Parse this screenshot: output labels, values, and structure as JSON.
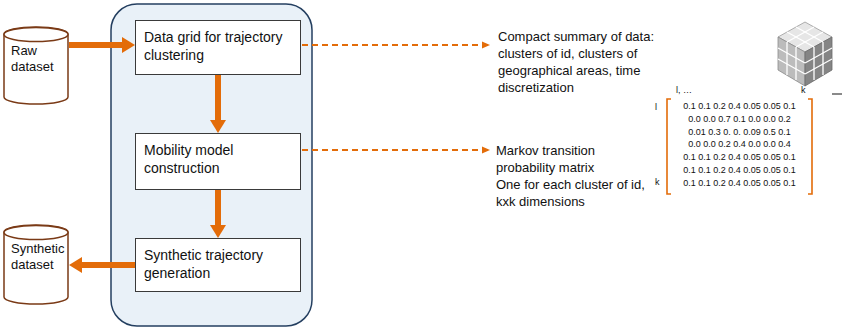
{
  "diagram": {
    "nodes": [
      {
        "text": [
          "Raw dataset"
        ]
      },
      {
        "text": [
          "Data grid for trajectory clustering"
        ]
      },
      {
        "text": [
          "Mobility model construction"
        ]
      },
      {
        "text": [
          "Synthetic trajectory generation"
        ]
      },
      {
        "text": [
          "Synthetic dataset"
        ]
      }
    ],
    "edges": [
      {
        "from": 0,
        "to": 1,
        "arrow": "to"
      },
      {
        "from": 1,
        "to": 2,
        "arrow": "to"
      },
      {
        "from": 2,
        "to": 3,
        "arrow": "to"
      },
      {
        "from": 3,
        "to": 4,
        "arrow": "to"
      }
    ],
    "labels": [
      "Compact summary of data: clusters of id, clusters of geographical areas, time discretization",
      "Markov transition probability matrix",
      "One for each cluster of id, kxk dimensions",
      "l, …",
      "k",
      "l",
      "k",
      "0.1 0.1 0.2 0.4 0.05 0.05 0.1",
      "0.0 0.0 0.7 0.1 0.0 0.0 0.2",
      "0.01 0.3 0. 0. 0.09 0.5 0.1",
      "0.0 0.0 0.2 0.4 0.0 0.0 0.4",
      "0.1 0.1 0.2 0.4 0.05 0.05 0.1",
      "0.1 0.1 0.2 0.4 0.05 0.05 0.1",
      "0.1 0.1 0.2 0.4 0.05 0.05 0.1"
    ]
  }
}
